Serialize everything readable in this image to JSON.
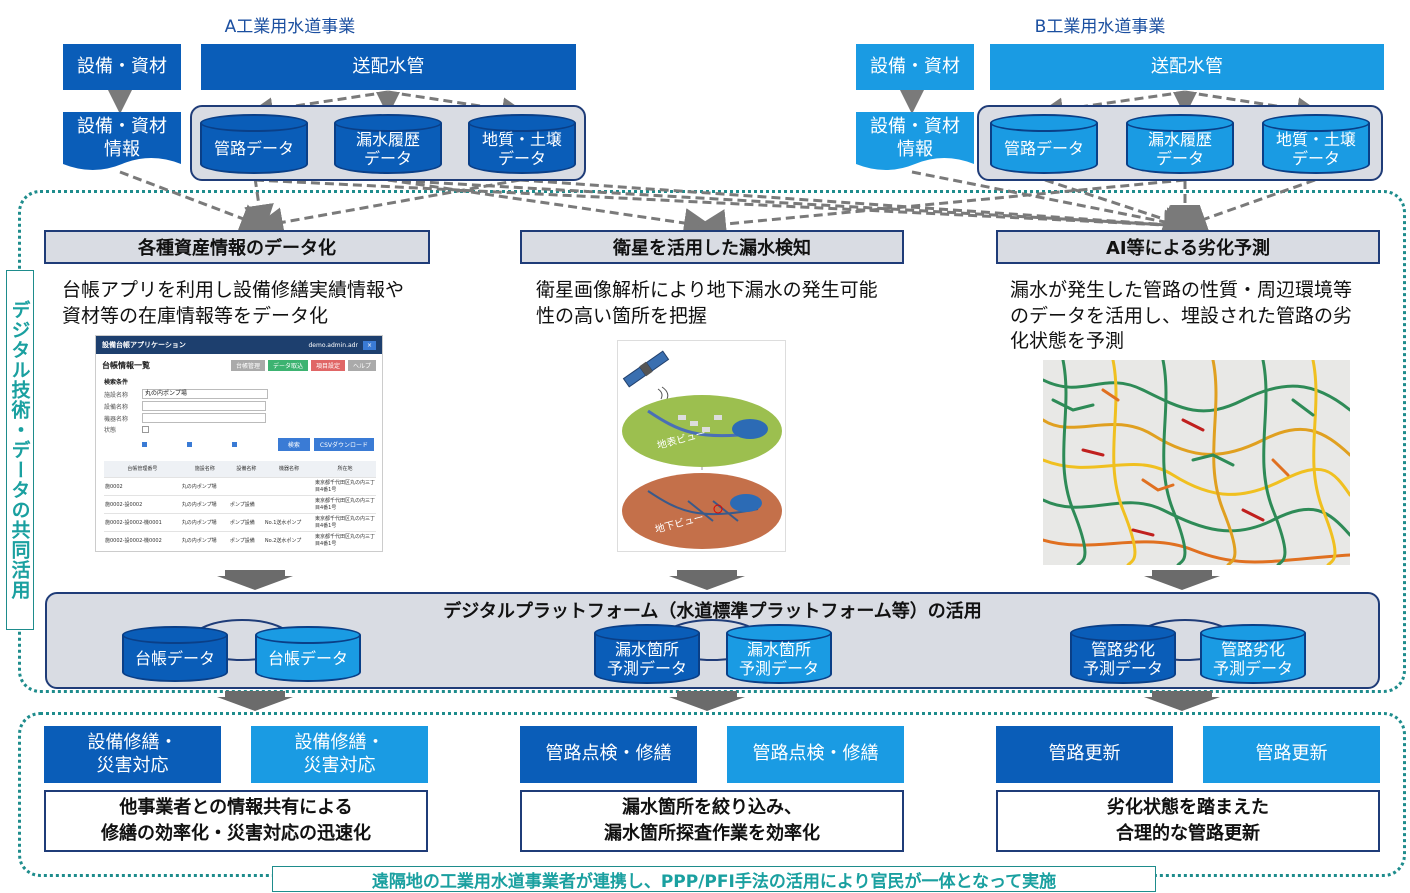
{
  "a_org": {
    "title": "A工業用水道事業",
    "equipment": "設備・資材",
    "equipment_info": "設備・資材\n情報",
    "pipes": "送配水管",
    "db": [
      "管路データ",
      "漏水履歴\nデータ",
      "地質・土壌\nデータ"
    ]
  },
  "b_org": {
    "title": "B工業用水道事業",
    "equipment": "設備・資材",
    "equipment_info": "設備・資材\n情報",
    "pipes": "送配水管",
    "db": [
      "管路データ",
      "漏水履歴\nデータ",
      "地質・土壌\nデータ"
    ]
  },
  "vertical_label": "デジタル技術・データの共同活用",
  "columns": [
    {
      "title": "各種資産情報のデータ化",
      "desc": "台帳アプリを利用し設備修繕実績情報や資材等の在庫情報等をデータ化"
    },
    {
      "title": "衛星を活用した漏水検知",
      "desc": "衛星画像解析により地下漏水の発生可能性の高い箇所を把握"
    },
    {
      "title": "AI等による劣化予測",
      "desc": "漏水が発生した管路の性質・周辺環境等のデータを活用し、埋設された管路の劣化状態を予測"
    }
  ],
  "app": {
    "title": "設備台帳アプリケーション",
    "page": "台帳情報一覧",
    "user": "demo.admin.adr",
    "header_btns": [
      "台帳管理",
      "データ取込",
      "項目設定",
      "ヘルプ"
    ],
    "search_title": "検索条件",
    "fields": [
      "施設名称",
      "設備名称",
      "機器名称",
      "状態"
    ],
    "field_value": "丸の内ポンプ場",
    "search_btn": "検索",
    "csv_btn": "CSVダウンロード",
    "table_headers": [
      "台帳管理番号",
      "施設名称",
      "設備名称",
      "機器名称",
      "所在地"
    ],
    "rows": [
      [
        "施0002",
        "丸の内ポンプ場",
        "",
        "",
        "東京都千代田区丸の内三丁目4番1号"
      ],
      [
        "施0002-設0002",
        "丸の内ポンプ場",
        "ポンプ設備",
        "",
        "東京都千代田区丸の内三丁目4番1号"
      ],
      [
        "施0002-設0002-機0001",
        "丸の内ポンプ場",
        "ポンプ設備",
        "No.1送水ポンプ",
        "東京都千代田区丸の内三丁目4番1号"
      ],
      [
        "施0002-設0002-機0002",
        "丸の内ポンプ場",
        "ポンプ設備",
        "No.2送水ポンプ",
        "東京都千代田区丸の内三丁目4番1号"
      ]
    ]
  },
  "satellite": {
    "surface_label": "地表ビュー",
    "underground_label": "地下ビュー"
  },
  "platform": {
    "title": "デジタルプラットフォーム（水道標準プラットフォーム等）の活用",
    "db": [
      [
        "台帳データ",
        "台帳データ"
      ],
      [
        "漏水箇所\n予測データ",
        "漏水箇所\n予測データ"
      ],
      [
        "管路劣化\n予測データ",
        "管路劣化\n予測データ"
      ]
    ]
  },
  "outcomes": [
    {
      "dark": "設備修繕・\n災害対応",
      "light": "設備修繕・\n災害対応",
      "result": "他事業者との情報共有による\n修繕の効率化・災害対応の迅速化"
    },
    {
      "dark": "管路点検・修繕",
      "light": "管路点検・修繕",
      "result": "漏水箇所を絞り込み、\n漏水箇所探査作業を効率化"
    },
    {
      "dark": "管路更新",
      "light": "管路更新",
      "result": "劣化状態を踏まえた\n合理的な管路更新"
    }
  ],
  "footer": "遠隔地の工業用水道事業者が連携し、PPP/PFI手法の活用により官民が一体となって実施",
  "colors": {
    "dark_blue": "#0a5db8",
    "light_blue": "#1a9be3",
    "gray_panel": "#d9dce3",
    "navy_border": "#1f3c78",
    "teal_dots": "#1e8c8c"
  }
}
